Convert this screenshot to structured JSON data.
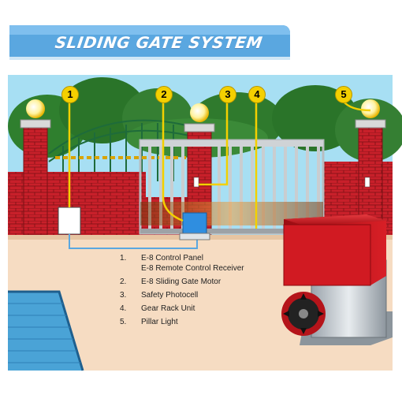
{
  "header": {
    "title": "SLIDING GATE SYSTEM"
  },
  "callouts": [
    "1",
    "2",
    "3",
    "4",
    "5"
  ],
  "legend": [
    {
      "num": "1.",
      "label": "E-8 Control Panel"
    },
    {
      "num": "",
      "label": "E-8 Remote Control Receiver"
    },
    {
      "num": "2.",
      "label": "E-8 Sliding Gate Motor"
    },
    {
      "num": "3.",
      "label": "Safety Photocell"
    },
    {
      "num": "4.",
      "label": "Gear Rack Unit"
    },
    {
      "num": "5.",
      "label": "Pillar Light"
    }
  ],
  "colors": {
    "banner": "#5aa7e0",
    "brick": "#c8202a",
    "callout": "#f4d000",
    "ground": "#f6dcc2",
    "sky": "#a7dff3",
    "motor_red": "#d11a22"
  }
}
